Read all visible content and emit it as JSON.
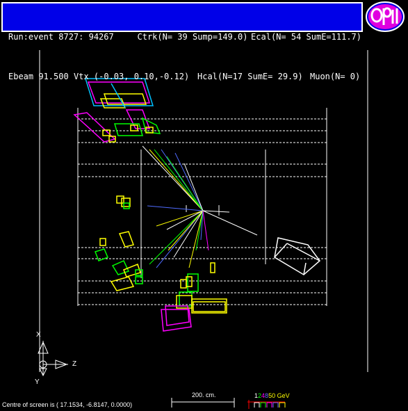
{
  "header": {
    "line1": {
      "run_event": "Run:event 8727: 94267",
      "ctrk": "Ctrk(N= 39 Sump=149.0)",
      "ecal": "Ecal(N= 54 SumE=111.7)"
    },
    "line2": {
      "ebeam": "Ebeam 91.500",
      "vtx": "Vtx (-0.03, 0.10,-0.12)",
      "hcal": "Hcal(N=17 SumE= 29.9)",
      "muon": "Muon(N= 0)"
    }
  },
  "logo": {
    "icon": "opal-logo-icon",
    "colors": {
      "fill": "#e000e0",
      "ring": "#ffffff"
    }
  },
  "axes": {
    "x_label": "X",
    "y_label": "Y",
    "z_label": "Z"
  },
  "scale": {
    "label": "200. cm."
  },
  "energy_key": {
    "labels": [
      "1",
      "2",
      "4",
      "8",
      "50 GeV"
    ],
    "colors": [
      "#ffffff",
      "#00ff00",
      "#ff00ff",
      "#6666ff",
      "#ffff00"
    ]
  },
  "footer": {
    "centre_text": "Centre of screen is ( 17.1534, -6.8147, 0.0000)"
  },
  "colors": {
    "background": "#000000",
    "header_bg": "#0000e8",
    "track_yellow": "#ffff00",
    "track_green": "#00ff00",
    "track_blue": "#4f6bff",
    "track_magenta": "#ff00ff",
    "track_white": "#ffffff"
  }
}
